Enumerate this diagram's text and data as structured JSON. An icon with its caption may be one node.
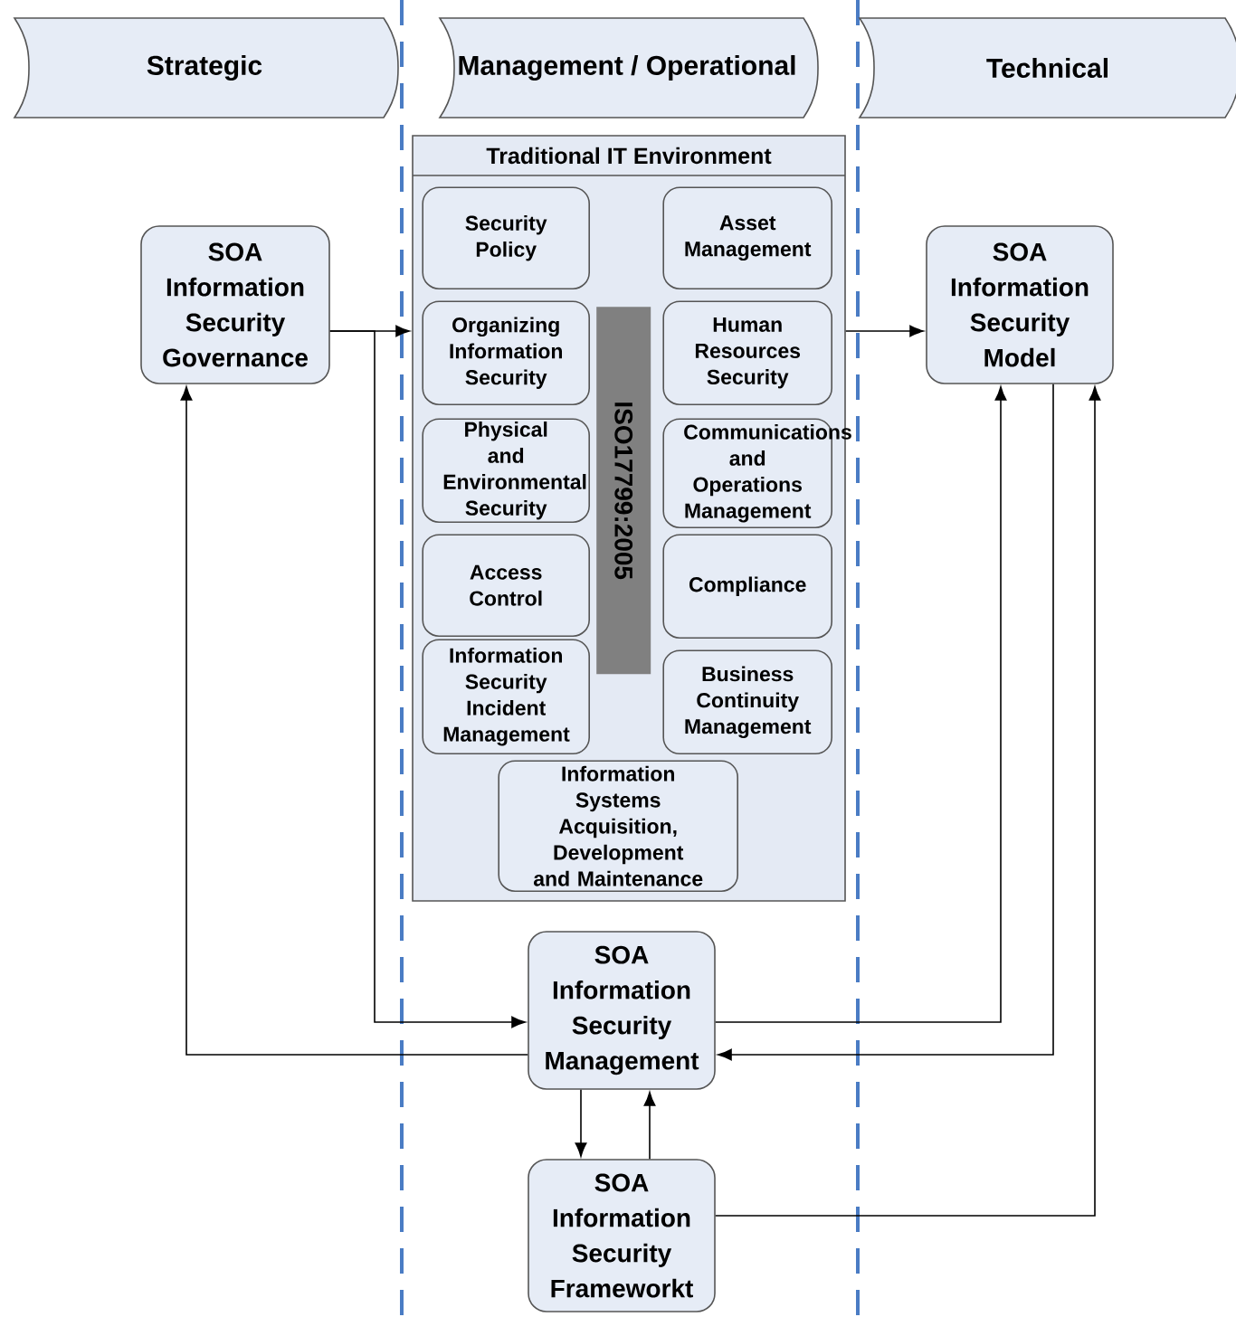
{
  "diagram": {
    "nodes": [
      {
        "text": [
          "Strategic"
        ]
      },
      {
        "text": [
          "Management / Operational"
        ]
      },
      {
        "text": [
          "Technical"
        ]
      },
      {
        "text": [
          "Traditional IT Environment"
        ]
      },
      {
        "text": [
          "Security Policy"
        ],
        "in": 3
      },
      {
        "text": [
          "Asset Management"
        ],
        "in": 3
      },
      {
        "text": [
          "Organizing Information Security"
        ],
        "in": 3
      },
      {
        "text": [
          "Human Resources Security"
        ],
        "in": 3
      },
      {
        "text": [
          "Physical and Environmental Security"
        ],
        "in": 3
      },
      {
        "text": [
          "Communications and Operations Management"
        ],
        "in": 3
      },
      {
        "text": [
          "Access Control"
        ],
        "in": 3
      },
      {
        "text": [
          "Compliance"
        ],
        "in": 3
      },
      {
        "text": [
          "Information Security Incident Management"
        ],
        "in": 3
      },
      {
        "text": [
          "Business Continuity Management"
        ],
        "in": 3
      },
      {
        "text": [
          "Information Systems Acquisition, Development and Maintenance"
        ],
        "in": 3
      },
      {
        "text": [
          "ISO17799:2005"
        ],
        "in": 3
      },
      {
        "text": [
          "SOA Information Security Governance"
        ]
      },
      {
        "text": [
          "SOA Information Security Model"
        ]
      },
      {
        "text": [
          "SOA Information Security Management"
        ]
      },
      {
        "text": [
          "SOA Information Security Frameworkt"
        ]
      }
    ],
    "edges": [
      {
        "from": 16,
        "to": 3,
        "arrow": "to"
      },
      {
        "from": 3,
        "to": 17,
        "arrow": "to"
      },
      {
        "from": 16,
        "to": 18,
        "arrow": "to"
      },
      {
        "from": 18,
        "to": 16,
        "arrow": "to"
      },
      {
        "from": 18,
        "to": 17,
        "arrow": "to"
      },
      {
        "from": 17,
        "to": 18,
        "arrow": "to"
      },
      {
        "from": 19,
        "to": 17,
        "arrow": "to"
      },
      {
        "from": 18,
        "to": 19,
        "arrow": "to"
      },
      {
        "from": 19,
        "to": 18,
        "arrow": "to"
      }
    ]
  }
}
